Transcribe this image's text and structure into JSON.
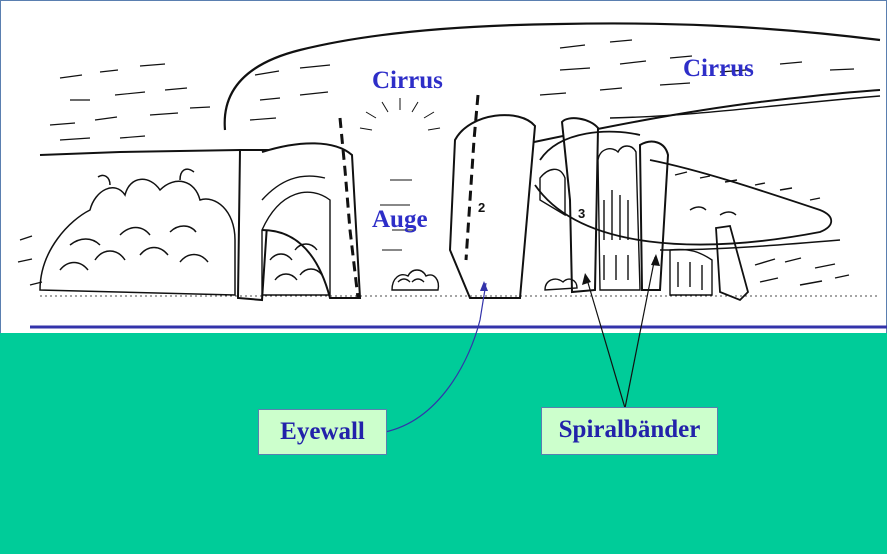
{
  "labels": {
    "cirrus_left": "Cirrus",
    "cirrus_right": "Cirrus",
    "eye": "Auge",
    "band_2": "2",
    "band_3": "3"
  },
  "callouts": {
    "eyewall": "Eyewall",
    "spiral_bands": "Spiralbänder"
  },
  "colors": {
    "label_text": "#2e2ec8",
    "callout_text": "#2222aa",
    "callout_fill": "#ccffcc",
    "sea": "#00cc99",
    "sea_line": "#3333aa",
    "sketch_ink": "#111111"
  }
}
